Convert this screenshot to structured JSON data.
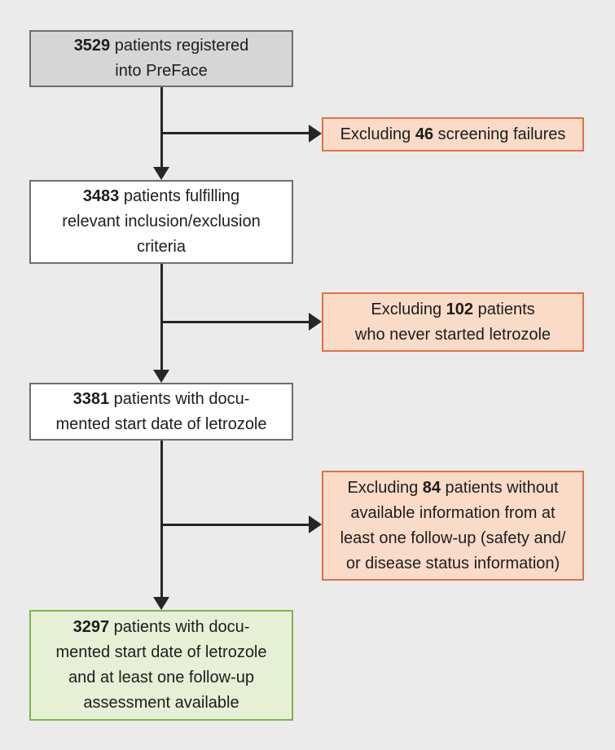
{
  "colors": {
    "page_bg": "#ebebeb",
    "text": "#1d1d1b",
    "line": "#262626",
    "main_border": "#6e6e6e",
    "start_fill": "#d6d6d6",
    "step_fill": "#ffffff",
    "exclusion_fill": "#f9dbc8",
    "exclusion_border": "#e0714a",
    "final_fill": "#e6f0d7",
    "final_border": "#7cb648"
  },
  "nodes": {
    "registered": {
      "number": "3529",
      "line1_after": " patients registered",
      "line2": "into PreFace"
    },
    "fulfilling": {
      "number": "3483",
      "line1_after": " patients fulfilling",
      "line2": "relevant inclusion/exclusion",
      "line3": "criteria"
    },
    "documented": {
      "number": "3381",
      "line1_after": " patients with docu-",
      "line2": "mented start date of letrozole"
    },
    "final": {
      "number": "3297",
      "line1_after": " patients with docu-",
      "line2": "mented start date of letrozole",
      "line3": "and at least one follow-up",
      "line4": "assessment available"
    }
  },
  "exclusions": {
    "screening_failures": {
      "line1_before": "Excluding ",
      "number": "46",
      "line1_after": " screening failures"
    },
    "never_started": {
      "line1_before": "Excluding ",
      "number": "102",
      "line1_after": " patients",
      "line2": "who never started letrozole"
    },
    "no_followup": {
      "line1_before": "Excluding ",
      "number": "84",
      "line1_after": " patients without",
      "line2": "available information from at",
      "line3": "least one follow-up (safety and/",
      "line4": "or disease status information)"
    }
  }
}
